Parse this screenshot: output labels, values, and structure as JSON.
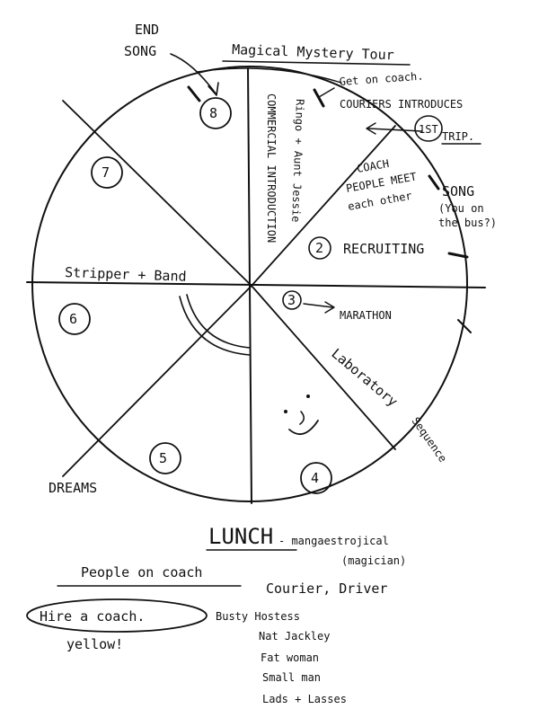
{
  "title": "Magical Mystery Tour",
  "top_left_label": [
    "END",
    "SONG"
  ],
  "wheel": {
    "segment_numbers": [
      "8",
      "1ST",
      "2",
      "3",
      "4",
      "5",
      "6",
      "7"
    ],
    "labels": {
      "get_on_coach": "Get on coach.",
      "couriers": "COURIERS INTRODUCES",
      "first_trip": "1ST",
      "trip": "TRIP.",
      "coach_people_1": "COACH",
      "coach_people_2": "PEOPLE MEET",
      "coach_people_3": "each other",
      "song": "SONG",
      "song_q1": "(You on",
      "song_q2": "the bus?)",
      "recruiting": "RECRUITING",
      "marathon": "MARATHON",
      "laboratory": "Laboratory",
      "sequence": "Sequence",
      "commercial": "COMMERCIAL INTRODUCTION",
      "ringo": "Ringo + Aunt Jessie",
      "stripper": "Stripper + Band",
      "dreams": "DREAMS"
    }
  },
  "lunch": {
    "main": "LUNCH",
    "suffix": "- mangaestrojical",
    "sub": "(magician)"
  },
  "people": {
    "heading": "People on coach",
    "courier": "Courier, Driver",
    "list": [
      "Busty Hostess",
      "Nat Jackley",
      "Fat woman",
      "Small man",
      "Lads + Lasses"
    ]
  },
  "hire": {
    "line1": "Hire a coach.",
    "line2": "yellow!"
  }
}
